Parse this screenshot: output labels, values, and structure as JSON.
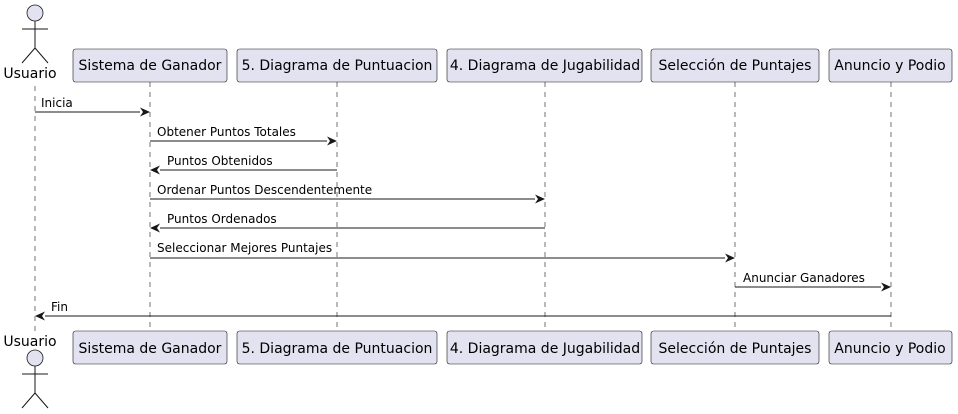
{
  "diagram": {
    "type": "sequence",
    "colors": {
      "participant_fill": "#E2E2F0",
      "stroke": "#181818",
      "background": "#FFFFFF"
    },
    "actor": {
      "label": "Usuario"
    },
    "participants": [
      {
        "label": "Sistema de Ganador"
      },
      {
        "label": "5. Diagrama de Puntuacion"
      },
      {
        "label": "4. Diagrama de Jugabilidad"
      },
      {
        "label": "Selección de Puntajes"
      },
      {
        "label": "Anuncio y Podio"
      }
    ],
    "messages": [
      {
        "label": "Inicia",
        "from": "Usuario",
        "to": "Sistema de Ganador"
      },
      {
        "label": "Obtener Puntos Totales",
        "from": "Sistema de Ganador",
        "to": "5. Diagrama de Puntuacion"
      },
      {
        "label": "Puntos Obtenidos",
        "from": "5. Diagrama de Puntuacion",
        "to": "Sistema de Ganador"
      },
      {
        "label": "Ordenar Puntos Descendentemente",
        "from": "Sistema de Ganador",
        "to": "4. Diagrama de Jugabilidad"
      },
      {
        "label": "Puntos Ordenados",
        "from": "4. Diagrama de Jugabilidad",
        "to": "Sistema de Ganador"
      },
      {
        "label": "Seleccionar Mejores Puntajes",
        "from": "Sistema de Ganador",
        "to": "Selección de Puntajes"
      },
      {
        "label": "Anunciar Ganadores",
        "from": "Selección de Puntajes",
        "to": "Anuncio y Podio"
      },
      {
        "label": "Fin",
        "from": "Anuncio y Podio",
        "to": "Usuario"
      }
    ]
  }
}
